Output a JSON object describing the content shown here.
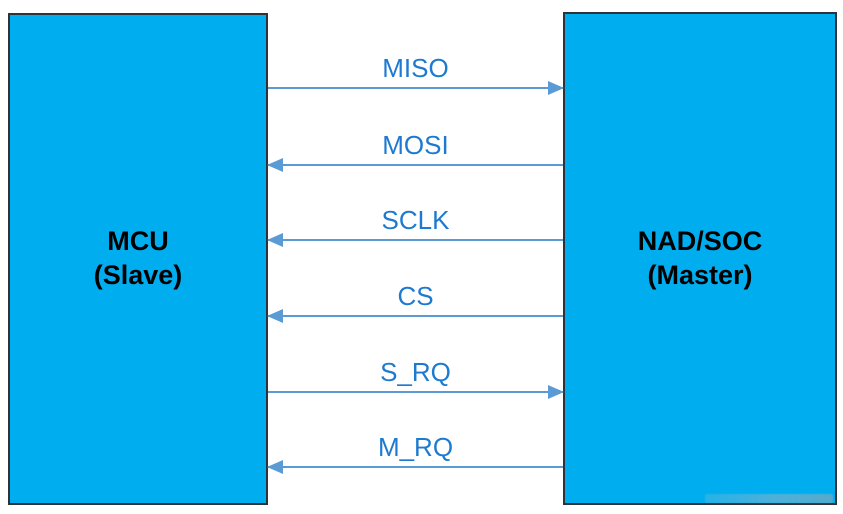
{
  "diagram": {
    "left_block": {
      "name": "MCU",
      "role": "(Slave)"
    },
    "right_block": {
      "name": "NAD/SOC",
      "role": "(Master)"
    },
    "signals": [
      {
        "label": "MISO",
        "direction": "right",
        "from": "MCU (Slave)",
        "to": "NAD/SOC (Master)"
      },
      {
        "label": "MOSI",
        "direction": "left",
        "from": "NAD/SOC (Master)",
        "to": "MCU (Slave)"
      },
      {
        "label": "SCLK",
        "direction": "left",
        "from": "NAD/SOC (Master)",
        "to": "MCU (Slave)"
      },
      {
        "label": "CS",
        "direction": "left",
        "from": "NAD/SOC (Master)",
        "to": "MCU (Slave)"
      },
      {
        "label": "S_RQ",
        "direction": "right",
        "from": "MCU (Slave)",
        "to": "NAD/SOC (Master)"
      },
      {
        "label": "M_RQ",
        "direction": "left",
        "from": "NAD/SOC (Master)",
        "to": "MCU (Slave)"
      }
    ],
    "colors": {
      "background": "#FFFFFF",
      "block_fill": "#00AEEF",
      "block_border": "#2F3338",
      "block_text": "#000000",
      "arrow": "#5B9BD5",
      "signal_label": "#1E7AD0"
    }
  }
}
